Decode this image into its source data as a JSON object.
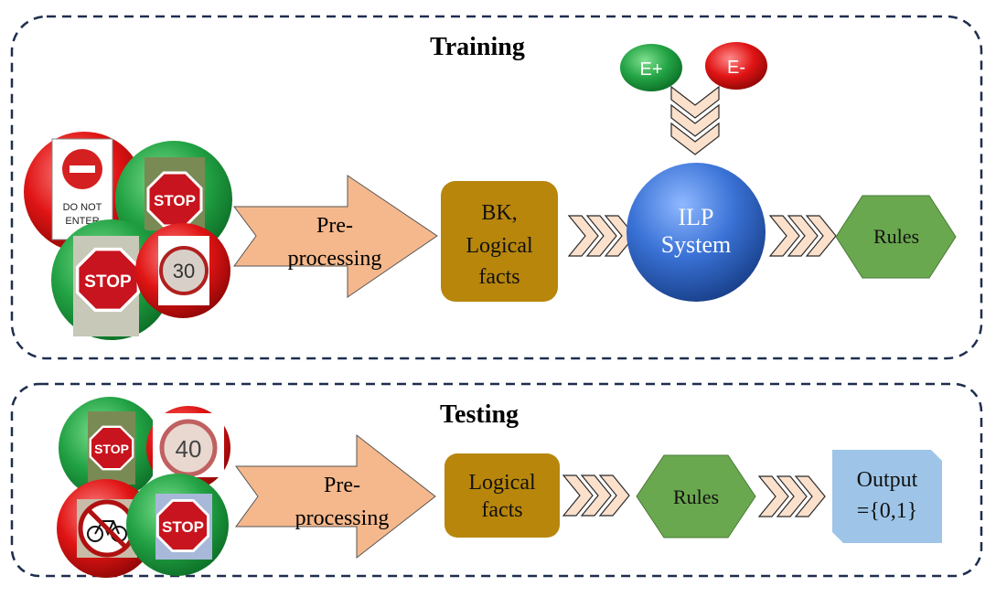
{
  "training": {
    "title": "Training",
    "preprocess_label": [
      "Pre-",
      "processing"
    ],
    "bk_label": [
      "BK,",
      "Logical",
      "facts"
    ],
    "ilp_label": [
      "ILP",
      "System"
    ],
    "rules_label": "Rules",
    "examples": {
      "positive": "E+",
      "negative": "E-"
    },
    "images": [
      {
        "sign": "do-not-enter",
        "example": "negative",
        "text_lines": [
          "DO NOT",
          "ENTER"
        ]
      },
      {
        "sign": "stop",
        "example": "positive",
        "text": "STOP"
      },
      {
        "sign": "stop",
        "example": "positive",
        "text": "STOP"
      },
      {
        "sign": "speed-limit",
        "example": "negative",
        "text": "30"
      }
    ]
  },
  "testing": {
    "title": "Testing",
    "preprocess_label": [
      "Pre-",
      "processing"
    ],
    "facts_label": [
      "Logical",
      "facts"
    ],
    "rules_label": "Rules",
    "output_label": [
      "Output",
      "={0,1}"
    ],
    "images": [
      {
        "sign": "stop",
        "example": "positive",
        "text": "STOP"
      },
      {
        "sign": "speed-limit",
        "example": "negative",
        "text": "40"
      },
      {
        "sign": "no-bicycle",
        "example": "negative",
        "icon": "bicycle-icon"
      },
      {
        "sign": "stop",
        "example": "positive",
        "text": "STOP"
      }
    ]
  },
  "colors": {
    "positive": "#22a244",
    "negative": "#e01414",
    "arrow_fill": "#f5b88c",
    "facts_box": "#b8860b",
    "ilp_circle": "#2c63c8",
    "rules": "#6aa84f",
    "output": "#9ec5e8",
    "border": "#1f2d4f"
  }
}
